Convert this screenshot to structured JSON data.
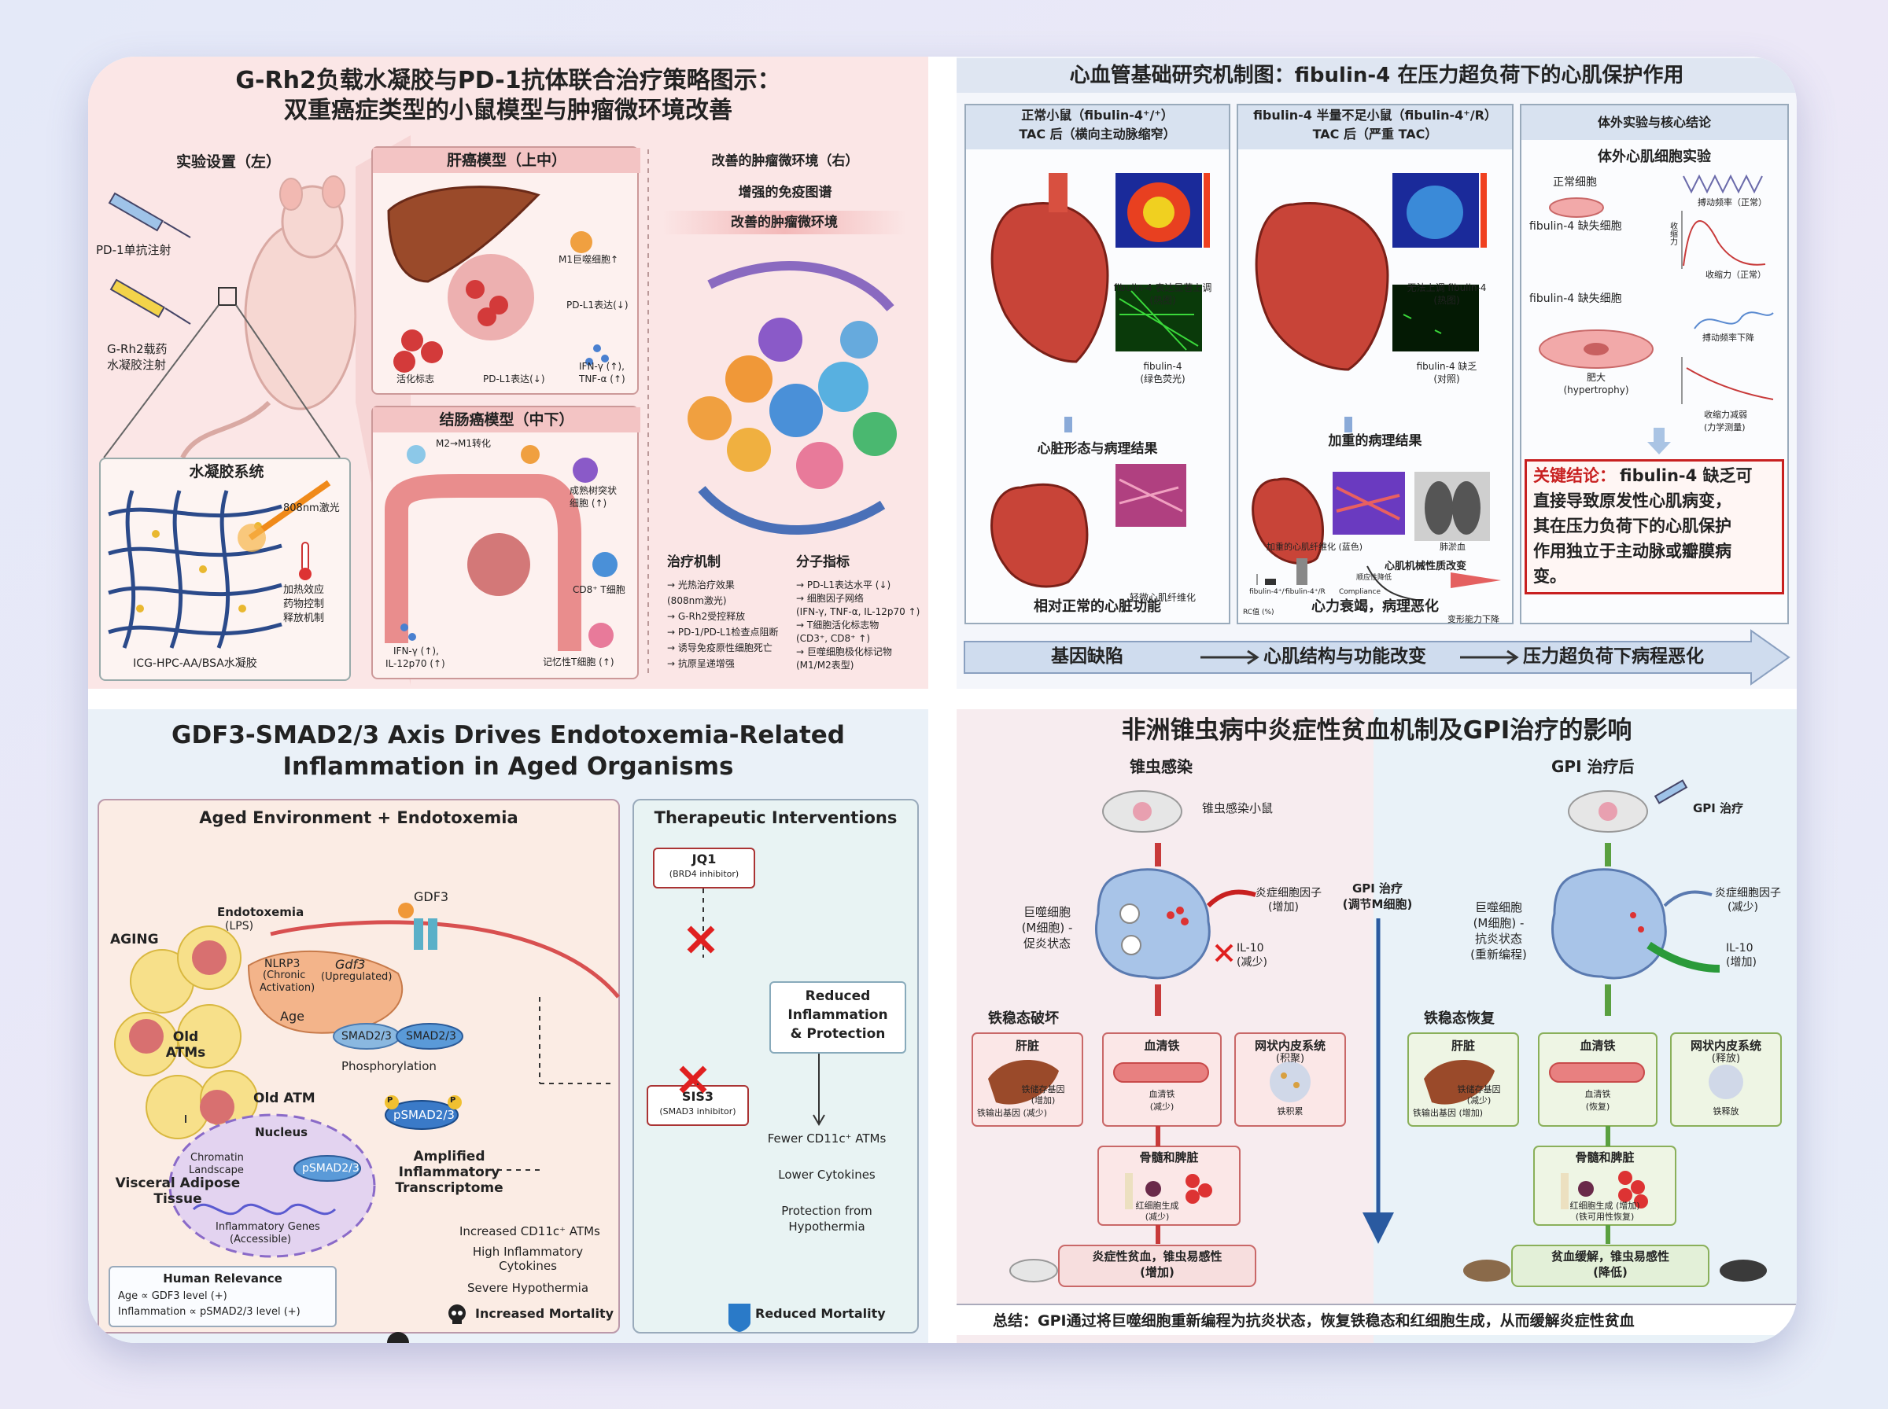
{
  "panel1": {
    "title_line1": "G-Rh2负载水凝胶与PD-1抗体联合治疗策略图示：",
    "title_line2": "双重癌症类型的小鼠模型与肿瘤微环境改善",
    "setup_label": "实验设置（左）",
    "pd1_injection": "PD-1单抗注射",
    "grh2_injection_1": "G-Rh2载药",
    "grh2_injection_2": "水凝胶注射",
    "hydrogel_title": "水凝胶系统",
    "laser": "808nm激光",
    "heat_1": "加热效应",
    "heat_2": "药物控制",
    "heat_3": "释放机制",
    "hydrogel_name": "ICG-HPC-AA/BSA水凝胶",
    "liver_title": "肝癌模型（上中）",
    "liver_m1": "M1巨噬细胞↑",
    "liver_pdl1_up": "PD-L1表达(↓)",
    "liver_activation": "活化标志",
    "liver_pdl1_down": "PD-L1表达(↓)",
    "liver_ifn_1": "IFN-γ (↑),",
    "liver_ifn_2": "TNF-α (↑)",
    "colon_title": "结肠癌模型（中下）",
    "colon_m2m1": "M2→M1转化",
    "colon_dc_1": "成熟树突状",
    "colon_dc_2": "细胞 (↑)",
    "colon_cd8": "CD8⁺ T细胞",
    "colon_ifn_1": "IFN-γ (↑),",
    "colon_ifn_2": "IL-12p70 (↑)",
    "colon_memory": "记忆性T细胞 (↑)",
    "tme_title": "改善的肿瘤微环境（右）",
    "tme_immune": "增强的免疫图谱",
    "tme_banner": "改善的肿瘤微环境",
    "mechanism_title": "治疗机制",
    "mechanism_items": [
      "光热治疗效果",
      "(808nm激光)",
      "G-Rh2受控释放",
      "PD-1/PD-L1检查点阻断",
      "诱导免疫原性细胞死亡",
      "抗原呈递增强"
    ],
    "marker_title": "分子指标",
    "marker_items": [
      "PD-L1表达水平 (↓)",
      "细胞因子网络",
      "(IFN-γ, TNF-α, IL-12p70 ↑)",
      "T细胞活化标志物",
      "(CD3⁺, CD8⁺ ↑)",
      "巨噬细胞极化标记物",
      "(M1/M2表型)"
    ]
  },
  "panel2": {
    "title": "心血管基础研究机制图：fibulin-4 在压力超负荷下的心肌保护作用",
    "col1_header_1": "正常小鼠（fibulin-4⁺/⁺）",
    "col1_header_2": "TAC 后（横向主动脉缩窄）",
    "col1_heat_1": "fibulin-4 表达显著上调",
    "col1_heat_2": "(热图)",
    "col1_fluor_1": "fibulin-4",
    "col1_fluor_2": "(绿色荧光)",
    "col1_morph": "心脏形态与病理结果",
    "col1_fibrosis": "轻微心肌纤维化",
    "col1_footer": "相对正常的心脏功能",
    "col2_header_1": "fibulin-4 半量不足小鼠（fibulin-4⁺/R）",
    "col2_header_2": "TAC 后（严重 TAC）",
    "col2_heat_1": "无法上调 fibulin-4",
    "col2_heat_2": "(热图)",
    "col2_fluor_1": "fibulin-4 缺乏",
    "col2_fluor_2": "(对照)",
    "col2_path": "加重的病理结果",
    "col2_fibrosis": "加重的心肌纤维化 (蓝色)",
    "col2_lung": "肺淤血",
    "col2_mech": "心肌机械性质改变",
    "col2_stiff": "顺应性降低",
    "col2_deform": "变形能力下降",
    "col2_axis_y": "RC值 (%)",
    "col2_axis_x1": "fibulin-4⁺/⁺",
    "col2_axis_x2": "fibulin-4⁺/R",
    "col2_compliance": "Compliance",
    "col2_footer": "心力衰竭，病理恶化",
    "col3_header": "体外实验与核心结论",
    "col3_sub": "体外心肌细胞实验",
    "col3_normal": "正常细胞",
    "col3_beat_normal": "搏动频率（正常）",
    "col3_deficient": "fibulin-4 缺失细胞",
    "col3_force_normal": "收缩力（正常）",
    "col3_force_label": "收缩力",
    "col3_deficient2": "fibulin-4 缺失细胞",
    "col3_beat_low": "搏动频率下降",
    "col3_hyper_1": "肥大",
    "col3_hyper_2": "(hypertrophy)",
    "col3_force_low_1": "收缩力减弱",
    "col3_force_low_2": "(力学测量)",
    "conclusion_key": "关键结论：",
    "conclusion_line1": "fibulin-4 缺乏可",
    "conclusion_line2": "直接导致原发性心肌病变，",
    "conclusion_line3": "其在压力负荷下的心肌保护",
    "conclusion_line4": "作用独立于主动脉或瓣膜病",
    "conclusion_line5": "变。",
    "flow_1": "基因缺陷",
    "flow_2": "心肌结构与功能改变",
    "flow_3": "压力超负荷下病程恶化"
  },
  "panel3": {
    "title_line1": "GDF3-SMAD2/3 Axis Drives Endotoxemia-Related",
    "title_line2": "Inflammation in Aged Organisms",
    "left_title": "Aged Environment + Endotoxemia",
    "aging": "AGING",
    "endotoxemia": "Endotoxemia",
    "lps": "(LPS)",
    "gdf3": "GDF3",
    "nlrp3": "NLRP3",
    "chronic": "(Chronic",
    "activation": "Activation)",
    "gdf3_gene": "Gdf3",
    "upregulated": "(Upregulated)",
    "age": "Age",
    "smad_1": "SMAD2/3",
    "smad_2": "SMAD2/3",
    "phosphorylation": "Phosphorylation",
    "old_atm": "Old ATM",
    "psmad": "pSMAD2/3",
    "p_badge": "P",
    "nucleus": "Nucleus",
    "chromatin": "Chromatin",
    "landscape": "Landscape",
    "psmad_nuc": "pSMAD2/3",
    "inflam_genes": "Inflammatory Genes",
    "accessible": "(Accessible)",
    "amplified_1": "Amplified",
    "amplified_2": "Inflammatory",
    "amplified_3": "Transcriptome",
    "old_atms_1": "Old",
    "old_atms_2": "ATMs",
    "vat_1": "Visceral Adipose",
    "vat_2": "Tissue",
    "increased_cd11c": "Increased CD11c⁺ ATMs",
    "high_infl_1": "High Inflammatory",
    "high_infl_2": "Cytokines",
    "hypothermia": "Severe Hypothermia",
    "mortality": "Increased Mortality",
    "human_title": "Human Relevance",
    "human_1": "Age ∝ GDF3 level (+)",
    "human_2": "Inflammation ∝ pSMAD2/3 level (+)",
    "right_title": "Therapeutic Interventions",
    "jq1": "JQ1",
    "jq1_sub": "(BRD4 inhibitor)",
    "sis3": "SIS3",
    "sis3_sub": "(SMAD3 inhibitor)",
    "reduced_1": "Reduced",
    "reduced_2": "Inflammation",
    "reduced_3": "& Protection",
    "fewer": "Fewer CD11c⁺ ATMs",
    "lower": "Lower Cytokines",
    "protection_1": "Protection from",
    "protection_2": "Hypothermia",
    "reduced_mortality": "Reduced Mortality"
  },
  "panel4": {
    "title": "非洲锥虫病中炎症性贫血机制及GPI治疗的影响",
    "left_header": "锥虫感染",
    "mouse_left": "锥虫感染小鼠",
    "macro_left_1": "巨噬细胞",
    "macro_left_2": "(M细胞) -",
    "macro_left_3": "促炎状态",
    "cyto_left_1": "炎症细胞因子",
    "cyto_left_2": "(增加)",
    "il10_left_1": "IL-10",
    "il10_left_2": "(减少)",
    "iron_broken": "铁稳态破坏",
    "liver": "肝脏",
    "serum_iron": "血清铁",
    "res": "网状内皮系统",
    "res_left_sub": "(积聚)",
    "liver_store_1": "铁储存基因",
    "liver_store_2": "(增加)",
    "liver_export_1": "铁输出基因 (减少)",
    "serum_left_1": "血清铁",
    "serum_left_2": "(减少)",
    "res_left_dots": "铁积累",
    "marrow": "骨髓和脾脏",
    "ery_left_1": "红细胞生成",
    "ery_left_2": "(减少)",
    "outcome_left_1": "炎症性贫血，锥虫易感性",
    "outcome_left_2": "(增加)",
    "gpi_mid_1": "GPI 治疗",
    "gpi_mid_2": "(调节M细胞)",
    "right_header": "GPI 治疗后",
    "gpi_treat": "GPI 治疗",
    "macro_right_1": "巨噬细胞",
    "macro_right_2": "(M细胞) -",
    "macro_right_3": "抗炎状态",
    "macro_right_4": "(重新编程)",
    "cyto_right_1": "炎症细胞因子",
    "cyto_right_2": "(减少)",
    "il10_right_1": "IL-10",
    "il10_right_2": "(增加)",
    "iron_restored": "铁稳态恢复",
    "res_right_sub": "(释放)",
    "liver_store_r_1": "铁储存基因",
    "liver_store_r_2": "(减少)",
    "liver_export_r": "铁输出基因 (增加)",
    "serum_right_1": "血清铁",
    "serum_right_2": "(恢复)",
    "res_right_dots": "铁释放",
    "ery_right_1": "红细胞生成 (增加)",
    "ery_right_2": "(铁可用性恢复)",
    "outcome_right_1": "贫血缓解，锥虫易感性",
    "outcome_right_2": "(降低)",
    "summary": "总结：GPI通过将巨噬细胞重新编程为抗炎状态，恢复铁稳态和红细胞生成，从而缓解炎症性贫血"
  }
}
